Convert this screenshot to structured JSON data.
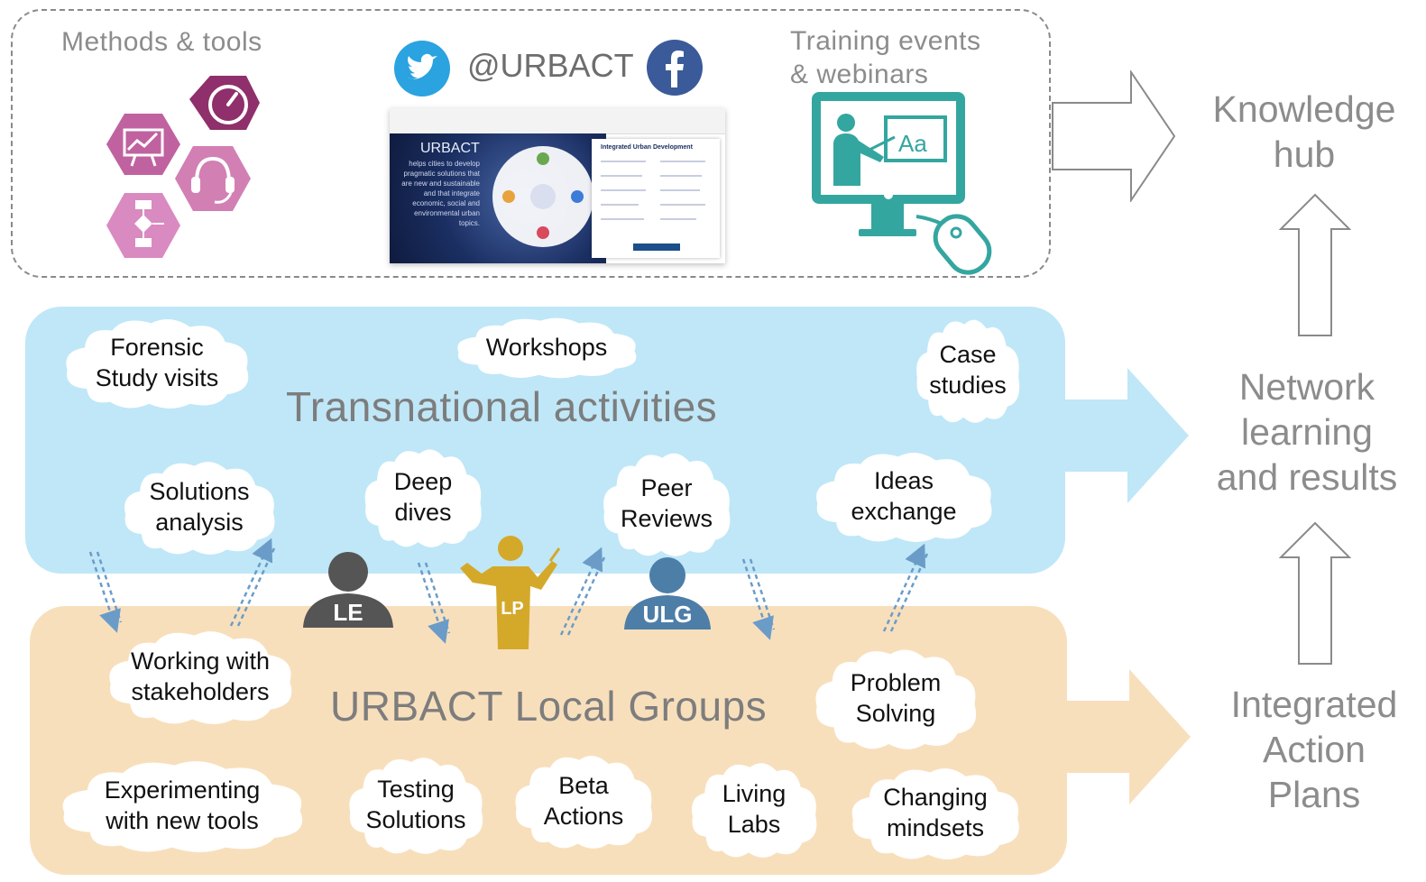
{
  "top_panel": {
    "methods_label": "Methods & tools",
    "social_handle": "@URBACT",
    "training_label_line1": "Training events",
    "training_label_line2": "& webinars",
    "icons": [
      "chart-board-icon",
      "speedometer-icon",
      "headset-icon",
      "flowchart-icon",
      "twitter-icon",
      "facebook-icon",
      "teacher-screen-icon",
      "mouse-icon"
    ],
    "screenshot": {
      "brand": "URBACT",
      "blurb": "helps cities to develop pragmatic solutions that are new and sustainable and that integrate economic, social and environmental urban topics.",
      "card_title": "Integrated Urban Development"
    }
  },
  "transnational": {
    "title": "Transnational activities",
    "color": "#bfe7f8",
    "clouds": [
      {
        "lines": [
          "Forensic",
          "Study visits"
        ]
      },
      {
        "lines": [
          "Workshops"
        ]
      },
      {
        "lines": [
          "Case",
          "studies"
        ]
      },
      {
        "lines": [
          "Solutions",
          "analysis"
        ]
      },
      {
        "lines": [
          "Deep",
          "dives"
        ]
      },
      {
        "lines": [
          "Peer",
          "Reviews"
        ]
      },
      {
        "lines": [
          "Ideas",
          "exchange"
        ]
      }
    ]
  },
  "local_groups": {
    "title": "URBACT Local Groups",
    "color": "#f8dfbc",
    "clouds": [
      {
        "lines": [
          "Working with",
          "stakeholders"
        ]
      },
      {
        "lines": [
          "Problem",
          "Solving"
        ]
      },
      {
        "lines": [
          "Experimenting",
          "with new tools"
        ]
      },
      {
        "lines": [
          "Testing",
          "Solutions"
        ]
      },
      {
        "lines": [
          "Beta",
          "Actions"
        ]
      },
      {
        "lines": [
          "Living",
          "Labs"
        ]
      },
      {
        "lines": [
          "Changing",
          "mindsets"
        ]
      }
    ]
  },
  "people": {
    "le": {
      "label": "LE",
      "color": "#555555"
    },
    "lp": {
      "label": "LP",
      "color": "#d4a92a"
    },
    "ulg": {
      "label": "ULG",
      "color": "#4d7ea8"
    }
  },
  "right_column": {
    "knowledge_hub": [
      "Knowledge",
      "hub"
    ],
    "network_learning": [
      "Network",
      "learning",
      "and results"
    ],
    "integrated_plans": [
      "Integrated",
      "Action",
      "Plans"
    ]
  }
}
